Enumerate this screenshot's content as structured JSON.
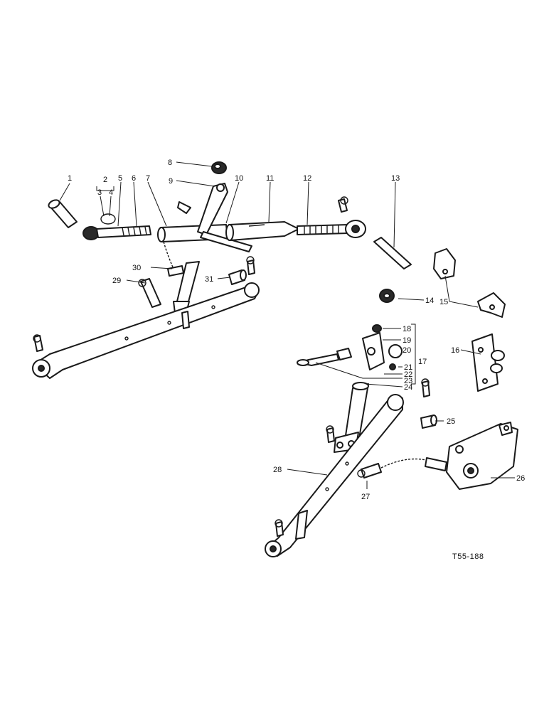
{
  "diagram": {
    "reference_code": "T55-188",
    "callouts": {
      "c1": "1",
      "c2": "2",
      "c3": "3",
      "c4": "4",
      "c5": "5",
      "c6": "6",
      "c7": "7",
      "c8": "8",
      "c9": "9",
      "c10": "10",
      "c11": "11",
      "c12": "12",
      "c13": "13",
      "c14": "14",
      "c15": "15",
      "c16": "16",
      "c17": "17",
      "c18": "18",
      "c19": "19",
      "c20": "20",
      "c21": "21",
      "c22": "22",
      "c23": "23",
      "c24": "24",
      "c25": "25",
      "c26": "26",
      "c27": "27",
      "c28": "28",
      "c29": "29",
      "c30": "30",
      "c31": "31"
    }
  }
}
